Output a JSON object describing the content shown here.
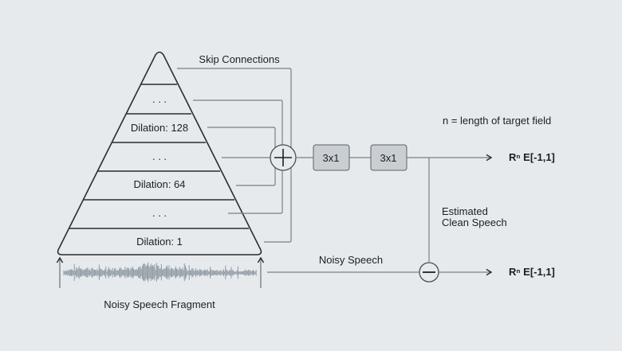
{
  "diagram": {
    "title_skip": "Skip Connections",
    "layers": [
      {
        "label": ". . ."
      },
      {
        "label": "Dilation: 128"
      },
      {
        "label": ". . ."
      },
      {
        "label": "Dilation: 64"
      },
      {
        "label": ". . ."
      },
      {
        "label": "Dilation: 1"
      }
    ],
    "sum_symbol": "+",
    "subtract_symbol": "−",
    "conv_blocks": [
      {
        "label": "3x1"
      },
      {
        "label": "3x1"
      }
    ],
    "note": "n = length of target field",
    "output_top": "Rⁿ E[-1,1]",
    "output_bottom": "Rⁿ E[-1,1]",
    "estimated_label_1": "Estimated",
    "estimated_label_2": "Clean Speech",
    "noisy_speech": "Noisy Speech",
    "input_caption": "Noisy Speech Fragment",
    "colors": {
      "background": "#e7eaed",
      "block_fill": "#c9ced3",
      "line": "#7a7f84",
      "waveform": "#8f9aa3"
    }
  }
}
